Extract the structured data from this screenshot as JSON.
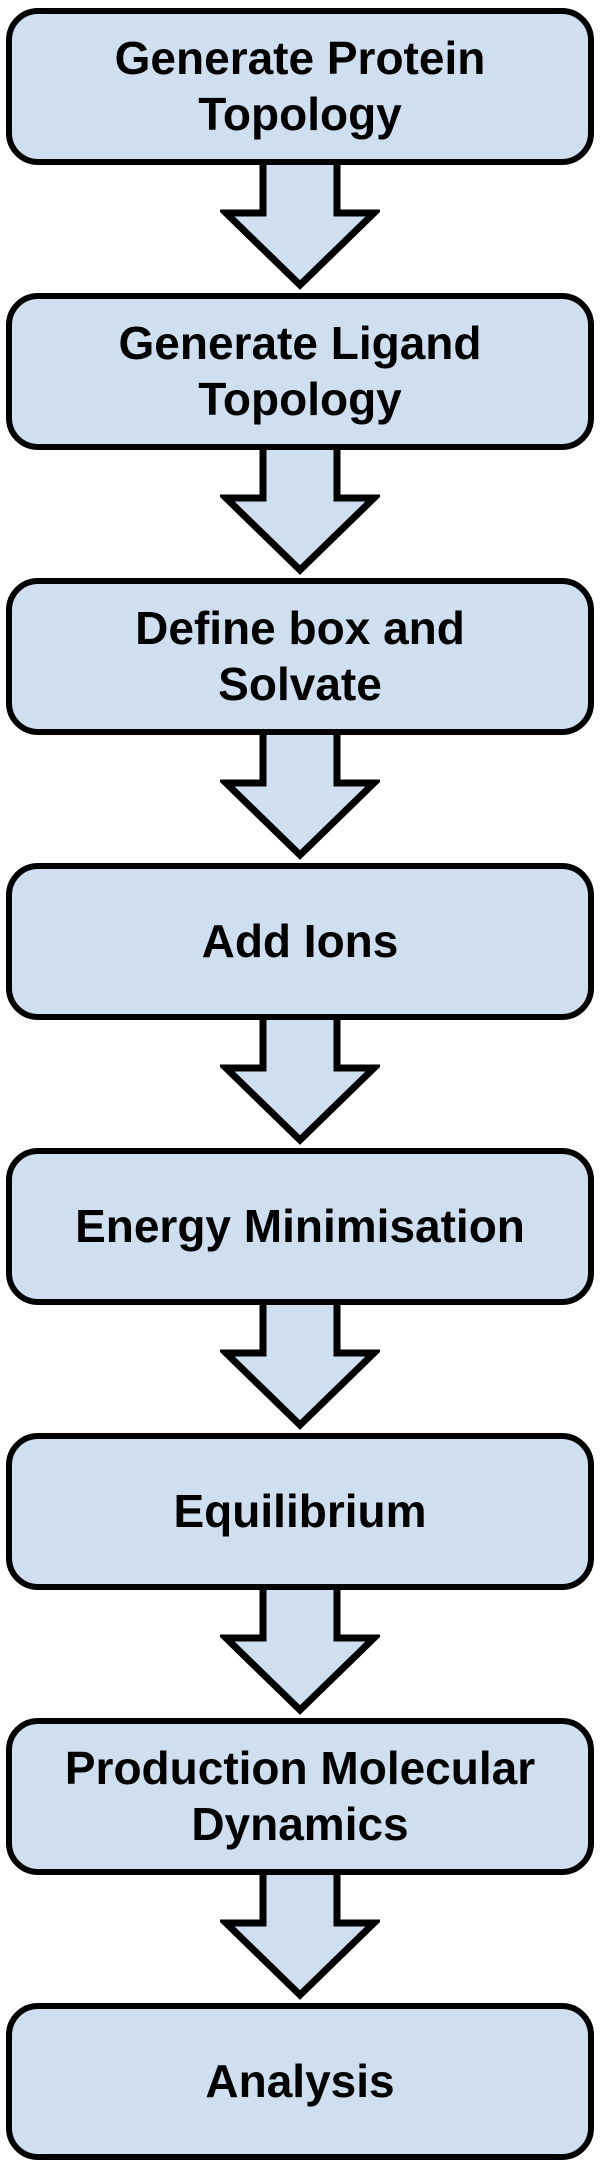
{
  "diagram": {
    "title": "Molecular Dynamics Workflow Flowchart",
    "type": "flowchart",
    "direction": "top-down",
    "connector": "block-down-arrow",
    "colors": {
      "box_fill": "#cfdff0",
      "outline": "#000000",
      "text": "#000000",
      "background": "#ffffff"
    },
    "steps": [
      {
        "label": "Generate Protein\nTopology"
      },
      {
        "label": "Generate Ligand\nTopology"
      },
      {
        "label": "Define box and\nSolvate"
      },
      {
        "label": "Add Ions"
      },
      {
        "label": "Energy Minimisation"
      },
      {
        "label": "Equilibrium"
      },
      {
        "label": "Production Molecular\nDynamics"
      },
      {
        "label": "Analysis"
      }
    ]
  }
}
